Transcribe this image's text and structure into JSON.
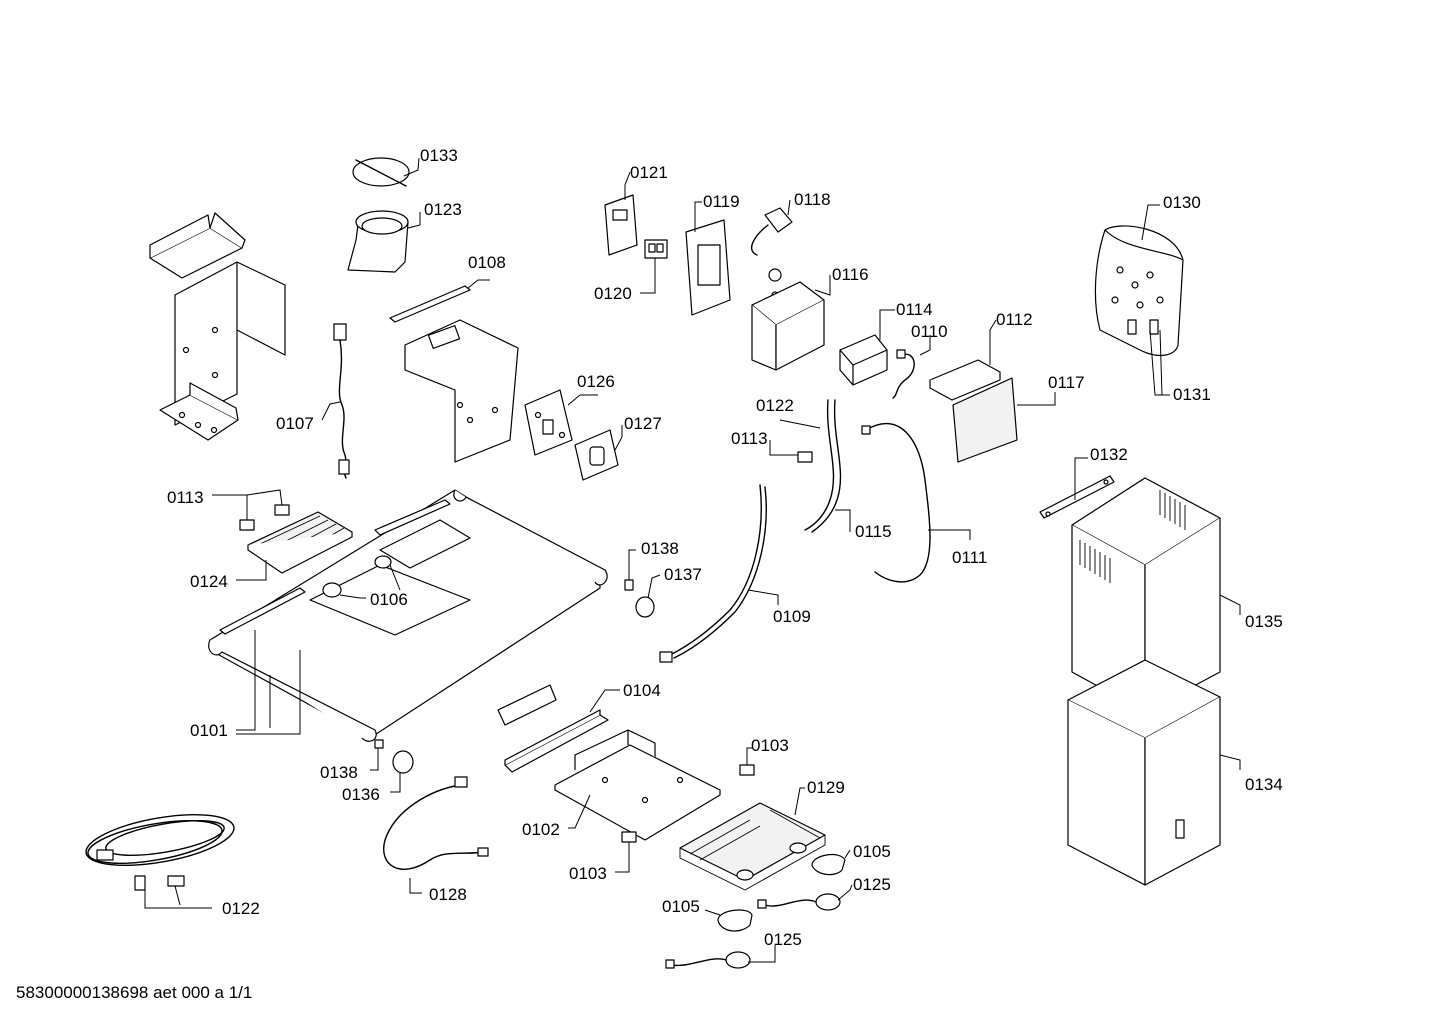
{
  "diagram": {
    "callouts": {
      "c0133": "0133",
      "c0123": "0123",
      "c0108": "0108",
      "c0107": "0107",
      "c0121": "0121",
      "c0120": "0120",
      "c0119": "0119",
      "c0118": "0118",
      "c0116": "0116",
      "c0114": "0114",
      "c0110": "0110",
      "c0112": "0112",
      "c0117": "0117",
      "c0130": "0130",
      "c0131": "0131",
      "c0126": "0126",
      "c0127": "0127",
      "c0122a": "0122",
      "c0113a": "0113",
      "c0113b": "0113",
      "c0115": "0115",
      "c0111": "0111",
      "c0132": "0132",
      "c0124": "0124",
      "c0138a": "0138",
      "c0137": "0137",
      "c0106": "0106",
      "c0109": "0109",
      "c0135": "0135",
      "c0101": "0101",
      "c0104": "0104",
      "c0138b": "0138",
      "c0136": "0136",
      "c0103a": "0103",
      "c0129": "0129",
      "c0134": "0134",
      "c0102": "0102",
      "c0128": "0128",
      "c0103b": "0103",
      "c0105a": "0105",
      "c0125a": "0125",
      "c0105b": "0105",
      "c0125b": "0125",
      "c0122b": "0122"
    },
    "footer_code": "58300000138698 aet 000 a 1/1"
  }
}
